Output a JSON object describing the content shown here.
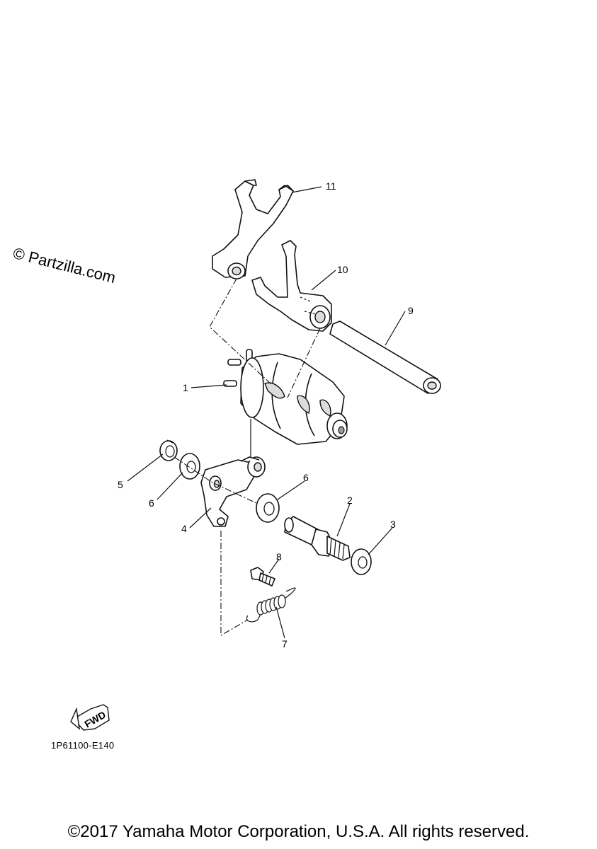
{
  "watermark": "© Partzilla.com",
  "figure_code": "1P61100-E140",
  "copyright": "©2017 Yamaha Motor Corporation, U.S.A. All rights reserved.",
  "fwd_label": "FWD",
  "callouts": {
    "c1": "1",
    "c2": "2",
    "c3": "3",
    "c4": "4",
    "c5": "5",
    "c6a": "6",
    "c6b": "6",
    "c7": "7",
    "c8": "8",
    "c9": "9",
    "c10": "10",
    "c11": "11"
  },
  "icons": {
    "fwd": "fwd-arrow-icon"
  }
}
